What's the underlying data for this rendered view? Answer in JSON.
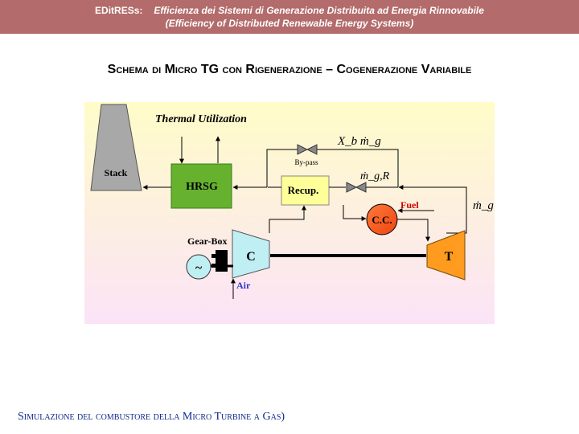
{
  "header": {
    "tag": "EDitRESs:",
    "line1": "Efficienza dei Sistemi di Generazione Distribuita ad Energia Rinnovabile",
    "line2": "(Efficiency of Distributed Renewable Energy Systems)"
  },
  "title": "Schema di Micro TG con Rigenerazione – Cogenerazione Variabile",
  "diagram": {
    "thermal_utilization": "Thermal Utilization",
    "stack": "Stack",
    "hrsg": "HRSG",
    "recup": "Recup.",
    "bypass": "By-pass",
    "xb_mg": "X_b ṁ_g",
    "mg_r": "ṁ_g,R",
    "mg": "ṁ_g",
    "fuel": "Fuel",
    "cc": "C.C.",
    "gearbox": "Gear-Box",
    "compressor": "C",
    "turbine": "T",
    "generator": "~",
    "air": "Air"
  },
  "colors": {
    "header_bg": "#b36b6b",
    "hrsg": "#66b22e",
    "recup": "#ffff99",
    "cc": "#ff5a1a",
    "machines": "#bfeff3",
    "fuel": "#cc0000",
    "air": "#3333cc",
    "footer": "#0b2a8a"
  },
  "footer": "Simulazione del combustore della Micro Turbine a Gas)"
}
